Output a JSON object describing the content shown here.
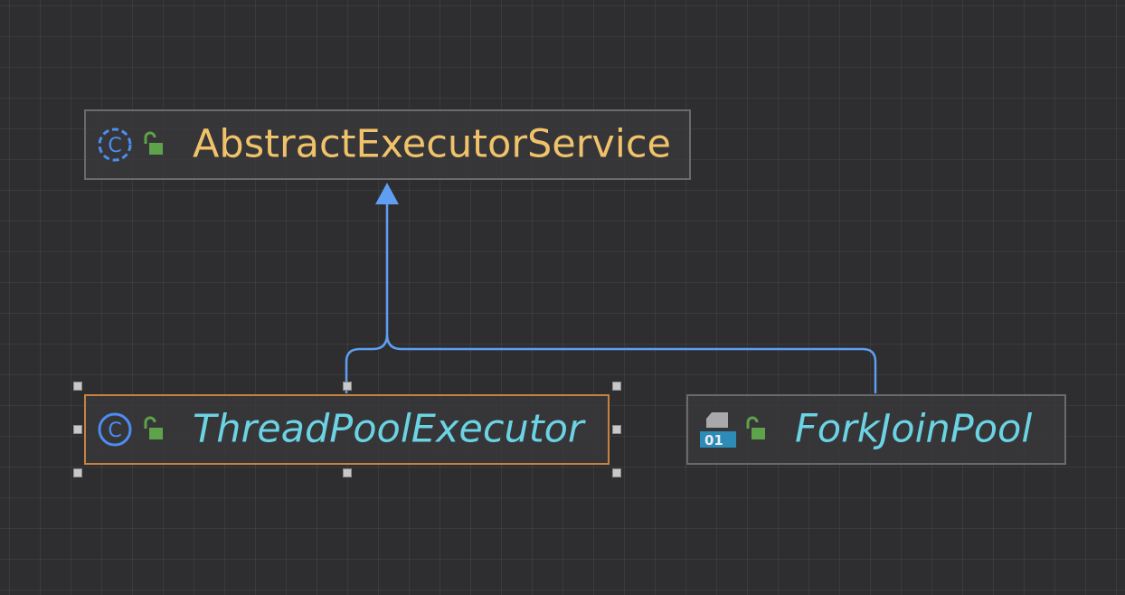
{
  "diagram": {
    "nodes": [
      {
        "id": "abstract-executor-service",
        "name": "AbstractExecutorService",
        "kind": "abstract-class",
        "visibility_icon": "public-unlocked-icon",
        "class_icon": "abstract-class-icon",
        "italic": false,
        "selected": false
      },
      {
        "id": "thread-pool-executor",
        "name": "ThreadPoolExecutor",
        "kind": "class",
        "visibility_icon": "public-unlocked-icon",
        "class_icon": "class-icon",
        "italic": true,
        "selected": true
      },
      {
        "id": "fork-join-pool",
        "name": "ForkJoinPool",
        "kind": "class",
        "visibility_icon": "public-unlocked-icon",
        "class_icon": "binary-class-icon",
        "binary_badge": "01",
        "italic": true,
        "selected": false
      }
    ],
    "edges": [
      {
        "from": "thread-pool-executor",
        "to": "abstract-executor-service",
        "type": "extends"
      },
      {
        "from": "fork-join-pool",
        "to": "abstract-executor-service",
        "type": "extends"
      }
    ]
  },
  "colors": {
    "abstract_label": "#f0c26a",
    "class_label": "#6bd3e3",
    "edge": "#5f9ef0",
    "selection_border": "#c7823f",
    "node_border": "#6a6a6c",
    "lock_icon": "#5ea24a",
    "class_icon": "#4d8df0"
  }
}
